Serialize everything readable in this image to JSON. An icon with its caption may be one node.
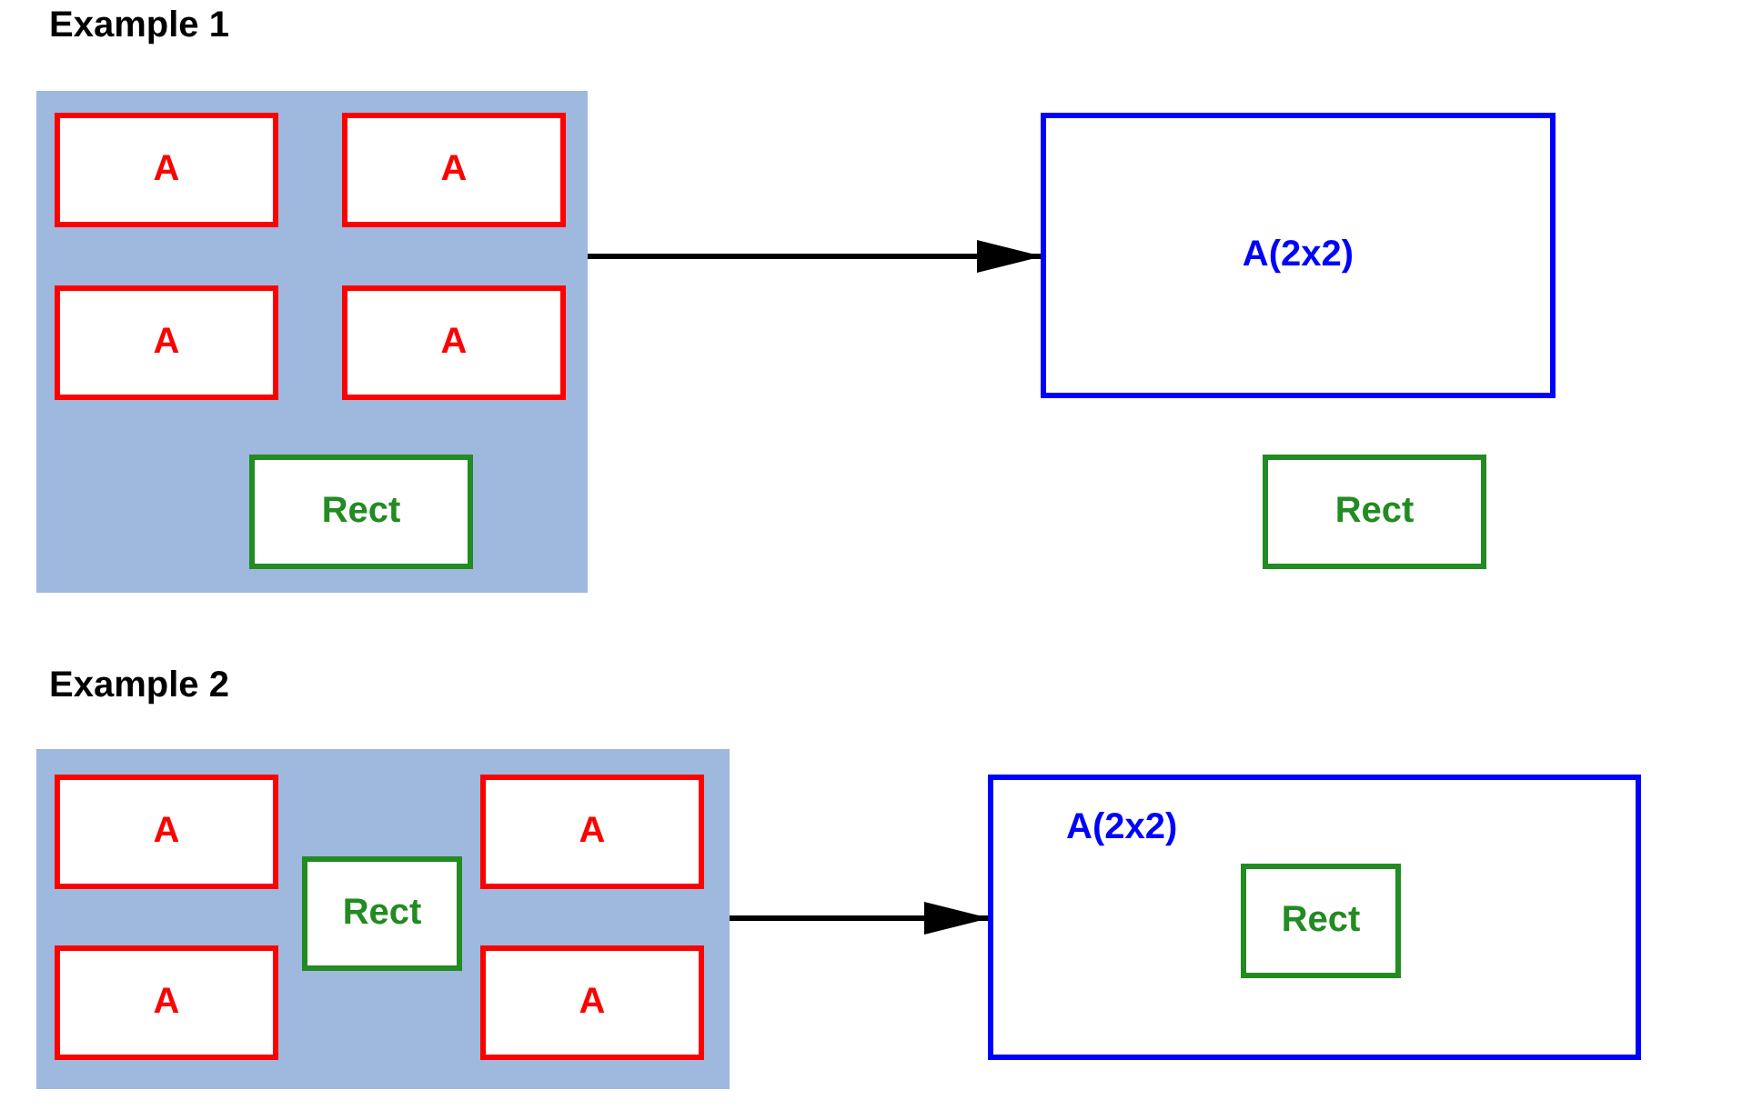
{
  "diagram": {
    "nodes": [
      {
        "text": [],
        "shape": "box"
      },
      {
        "text": [
          "A"
        ],
        "in": 0
      },
      {
        "text": [
          "A"
        ],
        "in": 0
      },
      {
        "text": [
          "A"
        ],
        "in": 0
      },
      {
        "text": [
          "A"
        ],
        "in": 0
      },
      {
        "text": [
          "Rect"
        ],
        "in": 0
      },
      {
        "text": [
          "A(2x2)"
        ]
      },
      {
        "text": [
          "Rect"
        ]
      },
      {
        "text": [],
        "shape": "box"
      },
      {
        "text": [
          "A"
        ],
        "in": 8
      },
      {
        "text": [
          "Rect"
        ],
        "in": 8
      },
      {
        "text": [
          "A"
        ],
        "in": 8
      },
      {
        "text": [
          "A"
        ],
        "in": 8
      },
      {
        "text": [
          "A"
        ],
        "in": 8
      },
      {
        "text": [
          "A(2x2)"
        ]
      },
      {
        "text": [
          "Rect"
        ],
        "in": 14
      }
    ],
    "edges": [
      {
        "from": 0,
        "to": 6,
        "arrow": "to"
      },
      {
        "from": 8,
        "to": 14,
        "arrow": "to"
      }
    ],
    "labels": [
      "Example 1",
      "Example 2"
    ]
  }
}
